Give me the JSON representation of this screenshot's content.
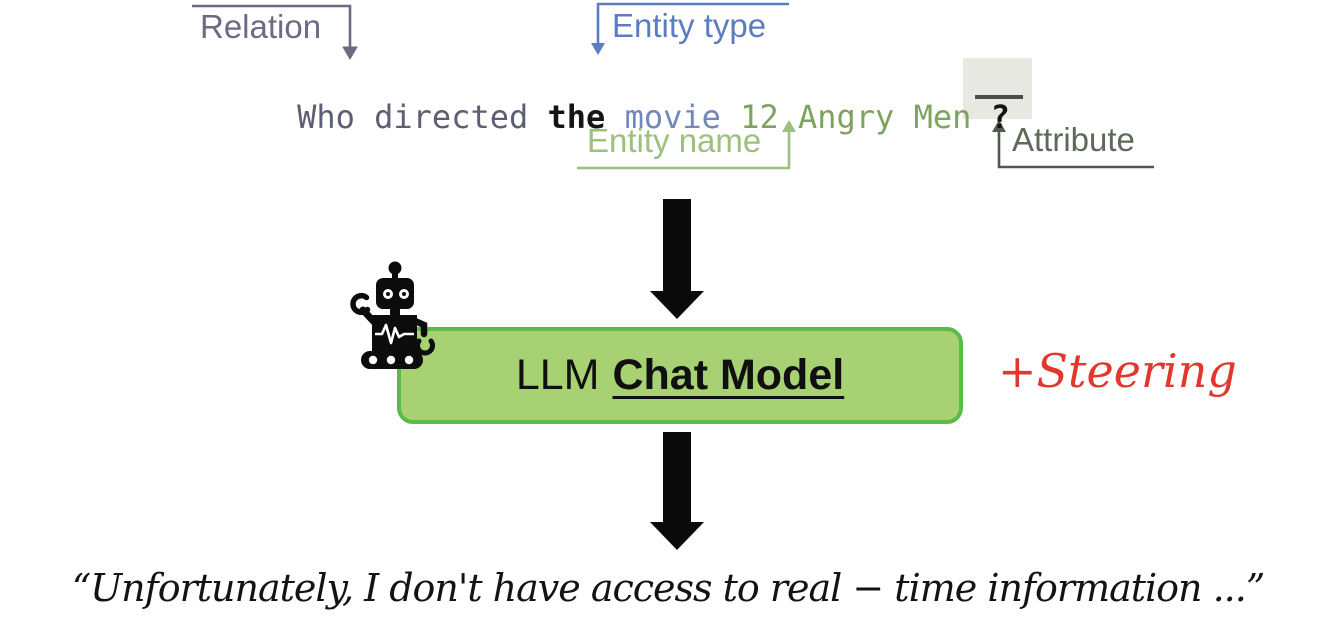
{
  "figure": {
    "question": {
      "segment_who_directed": "Who directed ",
      "segment_the": "the ",
      "segment_movie": "movie ",
      "segment_entity": "12 Angry Men ",
      "segment_qmark": "?"
    },
    "annotations": {
      "relation": "Relation",
      "entity_type": "Entity type",
      "entity_name": "Entity name",
      "attribute": "Attribute"
    },
    "model_box": {
      "prefix": "LLM",
      "emphasis": "Chat Model"
    },
    "steering": "+Steering",
    "quote": "“Unfortunately, I don't have access to real − time information ...”"
  },
  "icons": {
    "robot": "robot-icon",
    "arrow_top": "block-down-arrow",
    "arrow_bottom": "block-down-arrow"
  },
  "colors": {
    "relation": "#6b6b85",
    "entity_type": "#5c7cc2",
    "movie_blue": "#7188b9",
    "entity_name": "#9cc07e",
    "entity_green": "#7da35c",
    "attribute": "#5d6959",
    "attribute_line": "#4f5a4c",
    "question_gray": "#5d5d74",
    "question_black": "#141414",
    "box_fill": "#a8d173",
    "box_border": "#5abb47",
    "steering_red": "#e1372d",
    "arrow_black": "#0a0a0a",
    "blank_box_bg": "#e9e9e4"
  }
}
